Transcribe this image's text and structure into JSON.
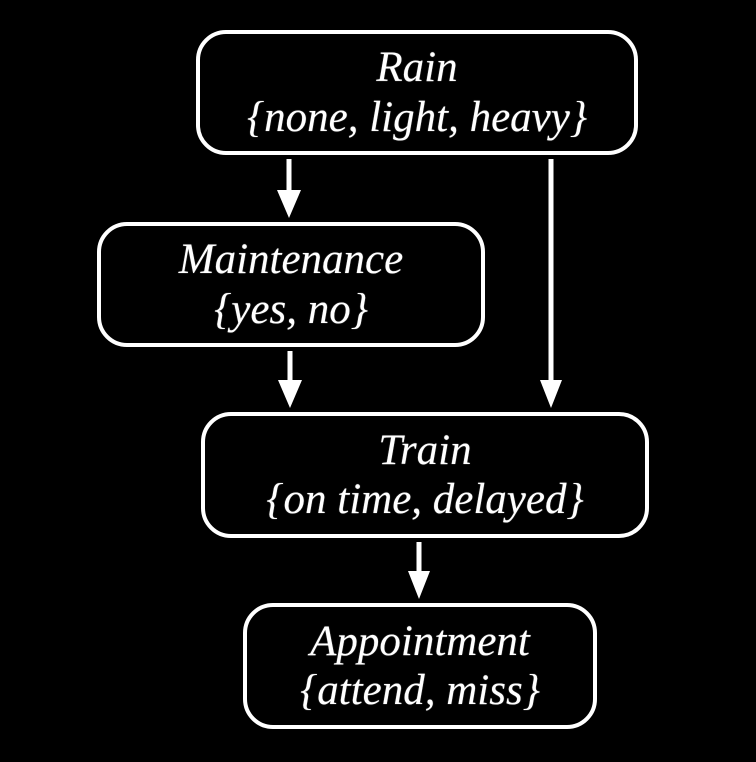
{
  "diagram": {
    "type": "bayesian-network",
    "colors": {
      "background": "#000000",
      "node_border": "#ffffff",
      "text": "#ffffff",
      "arrow": "#ffffff"
    },
    "nodes": [
      {
        "name": "Rain",
        "values": "{none, light, heavy}"
      },
      {
        "name": "Maintenance",
        "values": "{yes, no}"
      },
      {
        "name": "Train",
        "values": "{on time, delayed}"
      },
      {
        "name": "Appointment",
        "values": "{attend, miss}"
      }
    ],
    "edges": [
      {
        "from": "Rain",
        "to": "Maintenance"
      },
      {
        "from": "Rain",
        "to": "Train"
      },
      {
        "from": "Maintenance",
        "to": "Train"
      },
      {
        "from": "Train",
        "to": "Appointment"
      }
    ]
  }
}
